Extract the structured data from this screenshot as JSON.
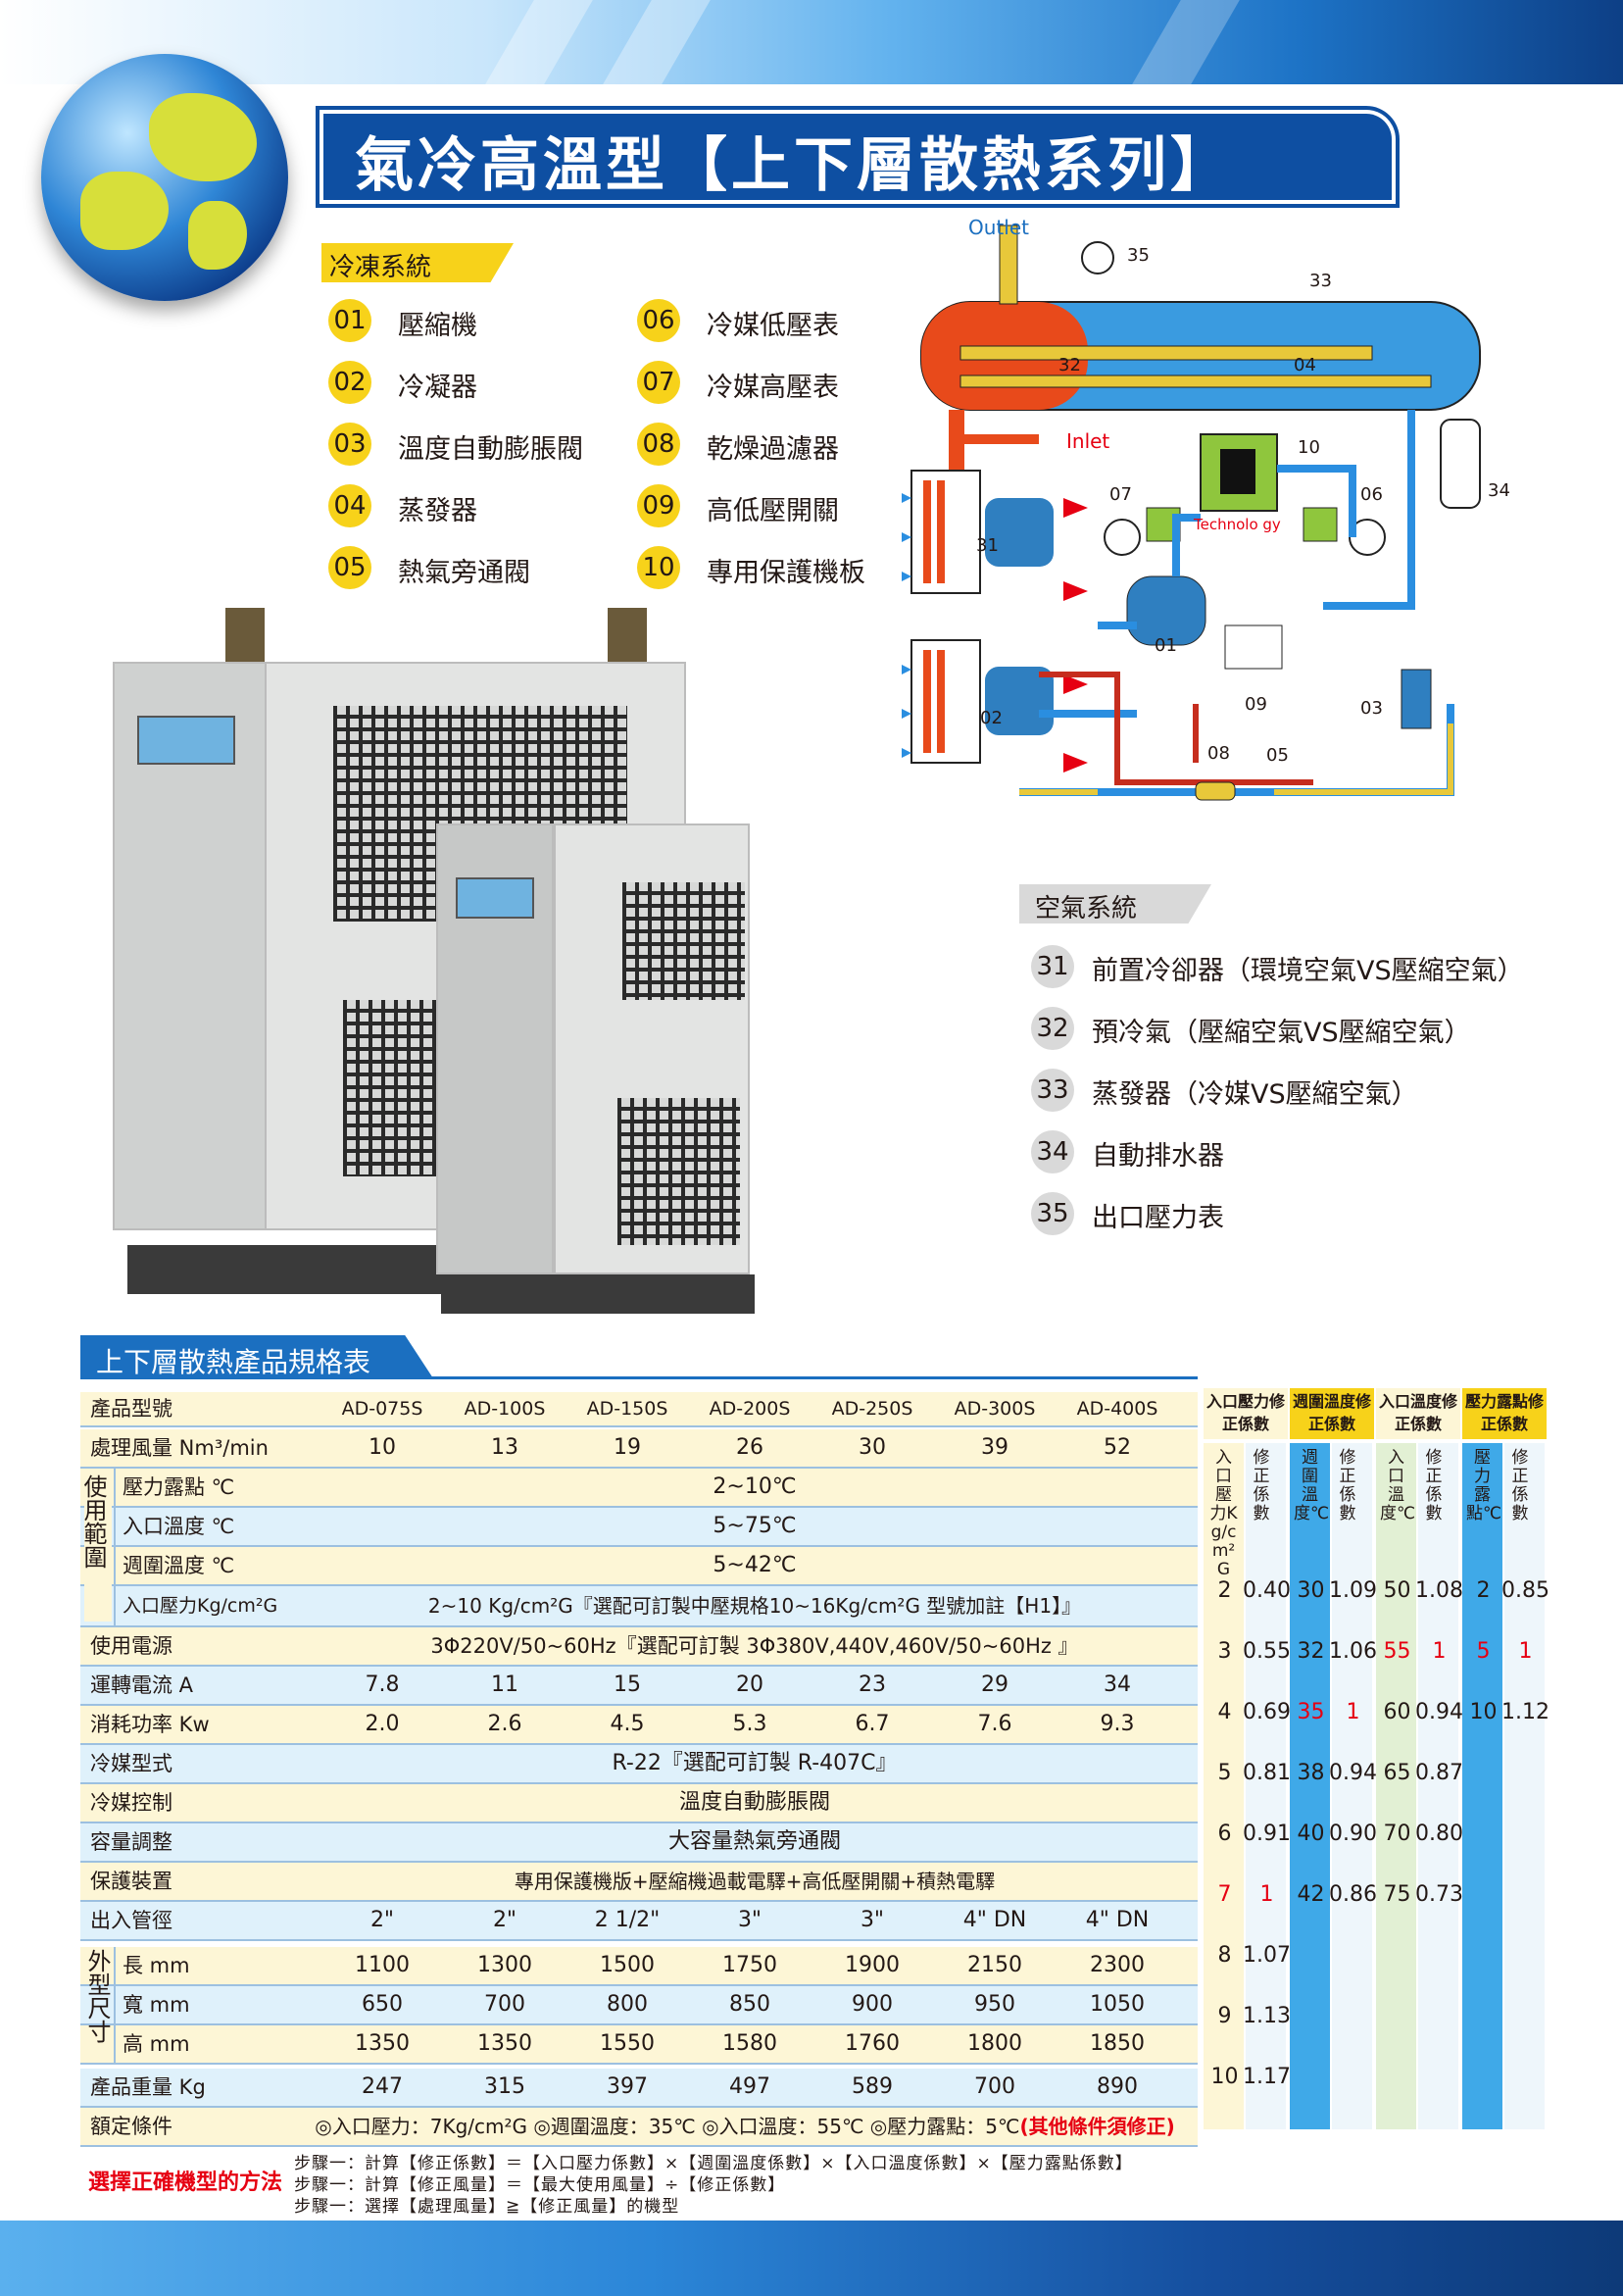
{
  "title": "氣冷高溫型【上下層散熱系列】",
  "refrigeration": {
    "heading": "冷凍系統",
    "items": [
      {
        "num": "01",
        "label": "壓縮機"
      },
      {
        "num": "02",
        "label": "冷凝器"
      },
      {
        "num": "03",
        "label": "溫度自動膨脹閥"
      },
      {
        "num": "04",
        "label": "蒸發器"
      },
      {
        "num": "05",
        "label": "熱氣旁通閥"
      },
      {
        "num": "06",
        "label": "冷媒低壓表"
      },
      {
        "num": "07",
        "label": "冷媒高壓表"
      },
      {
        "num": "08",
        "label": "乾燥過濾器"
      },
      {
        "num": "09",
        "label": "高低壓開關"
      },
      {
        "num": "10",
        "label": "專用保護機板"
      }
    ]
  },
  "diagram": {
    "outlet": "Outlet",
    "inlet": "Inlet",
    "board": "Technolo gy",
    "tags": [
      "35",
      "33",
      "32",
      "04",
      "10",
      "07",
      "06",
      "34",
      "31",
      "01",
      "09",
      "03",
      "02",
      "08",
      "05"
    ]
  },
  "air": {
    "heading": "空氣系統",
    "items": [
      {
        "num": "31",
        "label": "前置冷卻器（環境空氣VS壓縮空氣）"
      },
      {
        "num": "32",
        "label": "預冷氣（壓縮空氣VS壓縮空氣）"
      },
      {
        "num": "33",
        "label": "蒸發器（冷媒VS壓縮空氣）"
      },
      {
        "num": "34",
        "label": "自動排水器"
      },
      {
        "num": "35",
        "label": "出口壓力表"
      }
    ]
  },
  "spec": {
    "heading": "上下層散熱產品規格表",
    "model_label": "產品型號",
    "models": [
      "AD-075S",
      "AD-100S",
      "AD-150S",
      "AD-200S",
      "AD-250S",
      "AD-300S",
      "AD-400S"
    ],
    "flow_label": "處理風量 Nm³/min",
    "flow": [
      "10",
      "13",
      "19",
      "26",
      "30",
      "39",
      "52"
    ],
    "range_label": "使用範圍",
    "dew_label": "壓力露點 ℃",
    "dew": "2~10℃",
    "intemp_label": "入口溫度 ℃",
    "intemp": "5~75℃",
    "amb_label": "週圍溫度 ℃",
    "amb": "5~42℃",
    "inpress_label": "入口壓力Kg/cm²G",
    "inpress": "2~10 Kg/cm²G『選配可訂製中壓規格10~16Kg/cm²G 型號加註【H1】』",
    "power_label": "使用電源",
    "power": "3Φ220V/50~60Hz『選配可訂製 3Φ380V,440V,460V/50~60Hz 』",
    "current_label": "運轉電流 A",
    "current": [
      "7.8",
      "11",
      "15",
      "20",
      "23",
      "29",
      "34"
    ],
    "kw_label": "消耗功率 Kw",
    "kw": [
      "2.0",
      "2.6",
      "4.5",
      "5.3",
      "6.7",
      "7.6",
      "9.3"
    ],
    "refr_label": "冷媒型式",
    "refr": "R-22『選配可訂製 R-407C』",
    "ctrl_label": "冷媒控制",
    "ctrl": "溫度自動膨脹閥",
    "cap_label": "容量調整",
    "cap": "大容量熱氣旁通閥",
    "prot_label": "保護裝置",
    "prot": "專用保護機版+壓縮機過載電驛+高低壓開關+積熱電驛",
    "pipe_label": "出入管徑",
    "pipe": [
      "2\"",
      "2\"",
      "2 1/2\"",
      "3\"",
      "3\"",
      "4\" DN",
      "4\" DN"
    ],
    "dim_label": "外型尺寸",
    "len_label": "長 mm",
    "len": [
      "1100",
      "1300",
      "1500",
      "1750",
      "1900",
      "2150",
      "2300"
    ],
    "wid_label": "寬 mm",
    "wid": [
      "650",
      "700",
      "800",
      "850",
      "900",
      "950",
      "1050"
    ],
    "hei_label": "高 mm",
    "hei": [
      "1350",
      "1350",
      "1550",
      "1580",
      "1760",
      "1800",
      "1850"
    ],
    "wt_label": "產品重量 Kg",
    "wt": [
      "247",
      "315",
      "397",
      "497",
      "589",
      "700",
      "890"
    ],
    "rated_label": "額定條件",
    "rated": "◎入口壓力：7Kg/cm²G ◎週圍溫度：35℃ ◎入口溫度：55℃ ◎壓力露點：5℃",
    "rated_note": "(其他條件須修正)"
  },
  "correction": {
    "heads": [
      "入口壓力修正係數",
      "週圍溫度修正係數",
      "入口溫度修正係數",
      "壓力露點修正係數"
    ],
    "sub": [
      "入口壓力Kg/cm²G",
      "修正係數",
      "週圍溫度℃",
      "修正係數",
      "入口溫度℃",
      "修正係數",
      "壓力露點℃",
      "修正係數"
    ],
    "p": [
      [
        "2",
        "0.40"
      ],
      [
        "3",
        "0.55"
      ],
      [
        "4",
        "0.69"
      ],
      [
        "5",
        "0.81"
      ],
      [
        "6",
        "0.91"
      ],
      [
        "7",
        "1"
      ],
      [
        "8",
        "1.07"
      ],
      [
        "9",
        "1.13"
      ],
      [
        "10",
        "1.17"
      ]
    ],
    "a": [
      [
        "30",
        "1.09"
      ],
      [
        "32",
        "1.06"
      ],
      [
        "35",
        "1"
      ],
      [
        "38",
        "0.94"
      ],
      [
        "40",
        "0.90"
      ],
      [
        "42",
        "0.86"
      ]
    ],
    "t": [
      [
        "50",
        "1.08"
      ],
      [
        "55",
        "1"
      ],
      [
        "60",
        "0.94"
      ],
      [
        "65",
        "0.87"
      ],
      [
        "70",
        "0.80"
      ],
      [
        "75",
        "0.73"
      ]
    ],
    "d": [
      [
        "2",
        "0.85"
      ],
      [
        "5",
        "1"
      ],
      [
        "10",
        "1.12"
      ]
    ]
  },
  "method": {
    "label": "選擇正確機型的方法",
    "steps": [
      "步驟一：計算【修正係數】＝【入口壓力係數】×【週圍溫度係數】×【入口溫度係數】×【壓力露點係數】",
      "步驟一：計算【修正風量】＝【最大使用風量】÷【修正係數】",
      "步驟一：選擇【處理風量】≧【修正風量】的機型"
    ]
  },
  "colors": {
    "brand": "#0e4fa2",
    "accent": "#f7d21a",
    "red": "#e60012"
  }
}
